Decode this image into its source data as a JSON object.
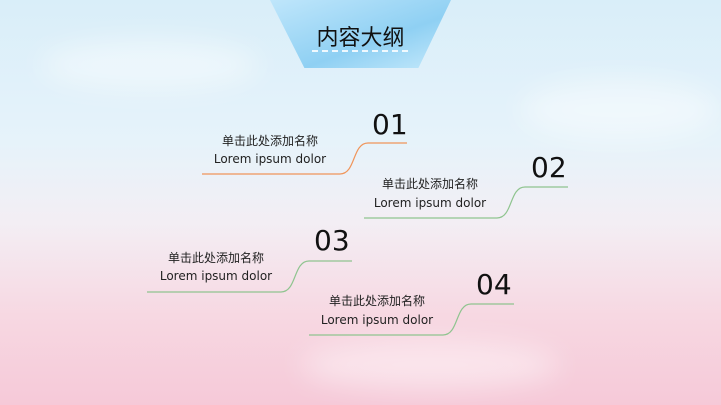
{
  "title": "内容大纲",
  "items": [
    {
      "number": "01",
      "title": "单击此处添加名称",
      "subtitle": "Lorem ipsum dolor",
      "line_color": "#f0955a"
    },
    {
      "number": "02",
      "title": "单击此处添加名称",
      "subtitle": "Lorem ipsum dolor",
      "line_color": "#8fc48f"
    },
    {
      "number": "03",
      "title": "单击此处添加名称",
      "subtitle": "Lorem ipsum dolor",
      "line_color": "#8fc48f"
    },
    {
      "number": "04",
      "title": "单击此处添加名称",
      "subtitle": "Lorem ipsum dolor",
      "line_color": "#8fc48f"
    }
  ]
}
